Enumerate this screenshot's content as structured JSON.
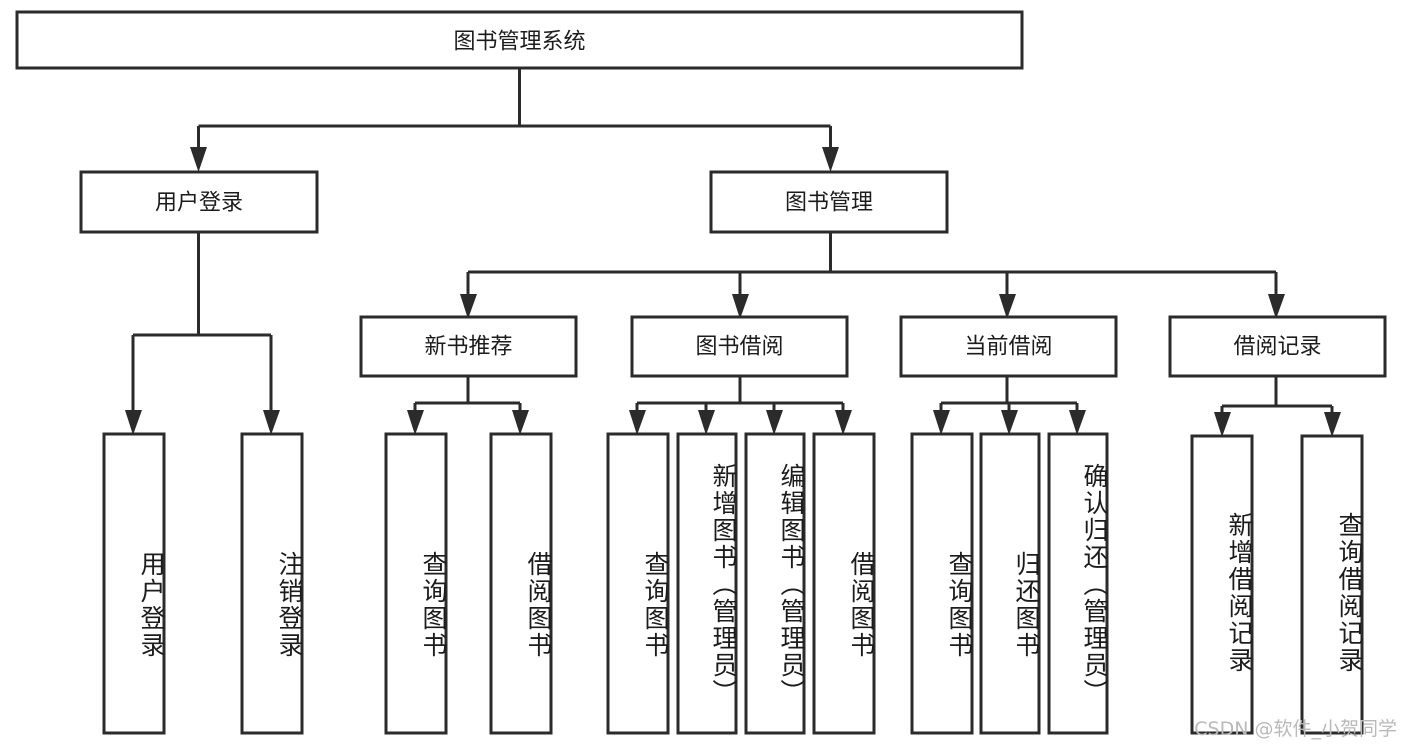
{
  "diagram": {
    "title": "图书管理系统",
    "type": "tree-hierarchy-functional-decomposition",
    "colors": {
      "background": "#ffffff",
      "box_fill": "#ffffff",
      "box_stroke": "#2b2b2b",
      "connector": "#2b2b2b",
      "text": "#1c1c1c",
      "watermark": "#b9b9b9"
    },
    "watermark": "CSDN @软件_小贺同学",
    "nodes": {
      "root": {
        "label": "图书管理系统"
      },
      "level2": [
        {
          "id": "user-login",
          "label": "用户登录"
        },
        {
          "id": "book-manage",
          "label": "图书管理"
        }
      ],
      "level3": [
        {
          "id": "new-book-recommend",
          "label": "新书推荐"
        },
        {
          "id": "book-borrow",
          "label": "图书借阅"
        },
        {
          "id": "current-borrow",
          "label": "当前借阅"
        },
        {
          "id": "borrow-record",
          "label": "借阅记录"
        }
      ],
      "leaves": {
        "user-login": [
          {
            "id": "leaf-user-login",
            "label": "用户登录"
          },
          {
            "id": "leaf-user-logout",
            "label": "注销登录"
          }
        ],
        "new-book-recommend": [
          {
            "id": "leaf-query-book-1",
            "label": "查询图书"
          },
          {
            "id": "leaf-borrow-book-1",
            "label": "借阅图书"
          }
        ],
        "book-borrow": [
          {
            "id": "leaf-query-book-2",
            "label": "查询图书"
          },
          {
            "id": "leaf-add-book",
            "label": "新增图书（管理员）"
          },
          {
            "id": "leaf-edit-book",
            "label": "编辑图书（管理员）"
          },
          {
            "id": "leaf-borrow-book-2",
            "label": "借阅图书"
          }
        ],
        "current-borrow": [
          {
            "id": "leaf-query-book-3",
            "label": "查询图书"
          },
          {
            "id": "leaf-return-book",
            "label": "归还图书"
          },
          {
            "id": "leaf-confirm-return",
            "label": "确认归还（管理员）"
          }
        ],
        "borrow-record": [
          {
            "id": "leaf-add-record",
            "label": "新增借阅记录"
          },
          {
            "id": "leaf-query-record",
            "label": "查询借阅记录"
          }
        ]
      }
    }
  }
}
